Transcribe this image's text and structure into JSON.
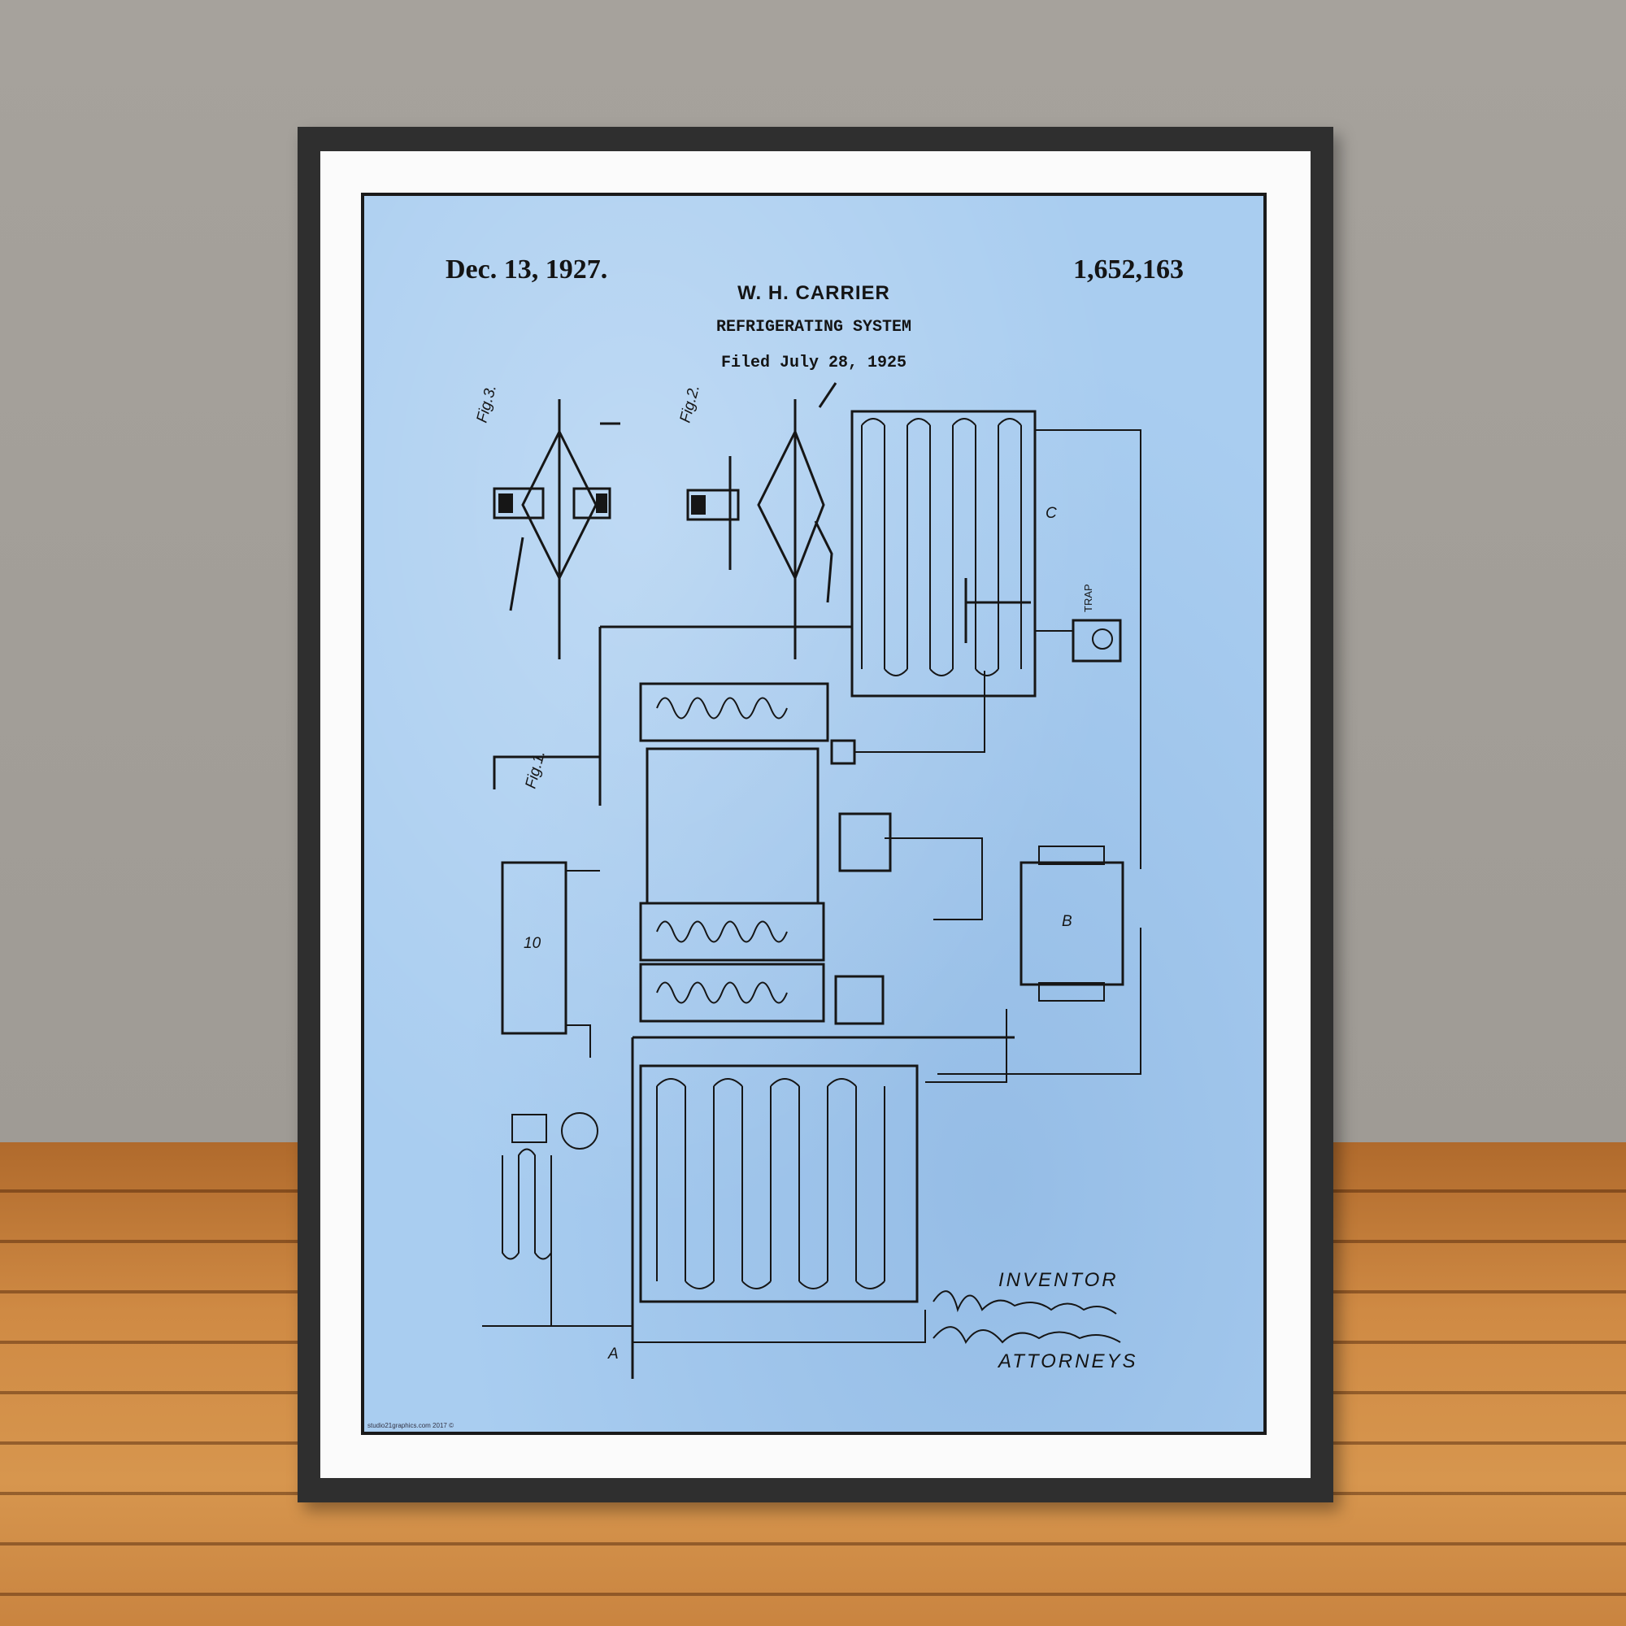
{
  "poster": {
    "date": "Dec. 13, 1927.",
    "patent_number": "1,652,163",
    "inventor_name": "W. H. CARRIER",
    "title": "REFRIGERATING SYSTEM",
    "filed": "Filed July 28, 1925",
    "inventor_label": "INVENTOR",
    "attorneys_label": "ATTORNEYS",
    "watermark": "studio21graphics.com 2017 ©",
    "figure_labels": [
      "Fig.3.",
      "Fig.2.",
      "Fig.1."
    ],
    "component_labels": [
      "C",
      "B",
      "TRAP",
      "10",
      "A"
    ],
    "background_color": "#a9cdf0"
  },
  "scene": {
    "wall_color": "#a39f99",
    "floor_color": "#cf8a44",
    "frame_color": "#2f2f2f",
    "mat_color": "#fbfbfb"
  }
}
